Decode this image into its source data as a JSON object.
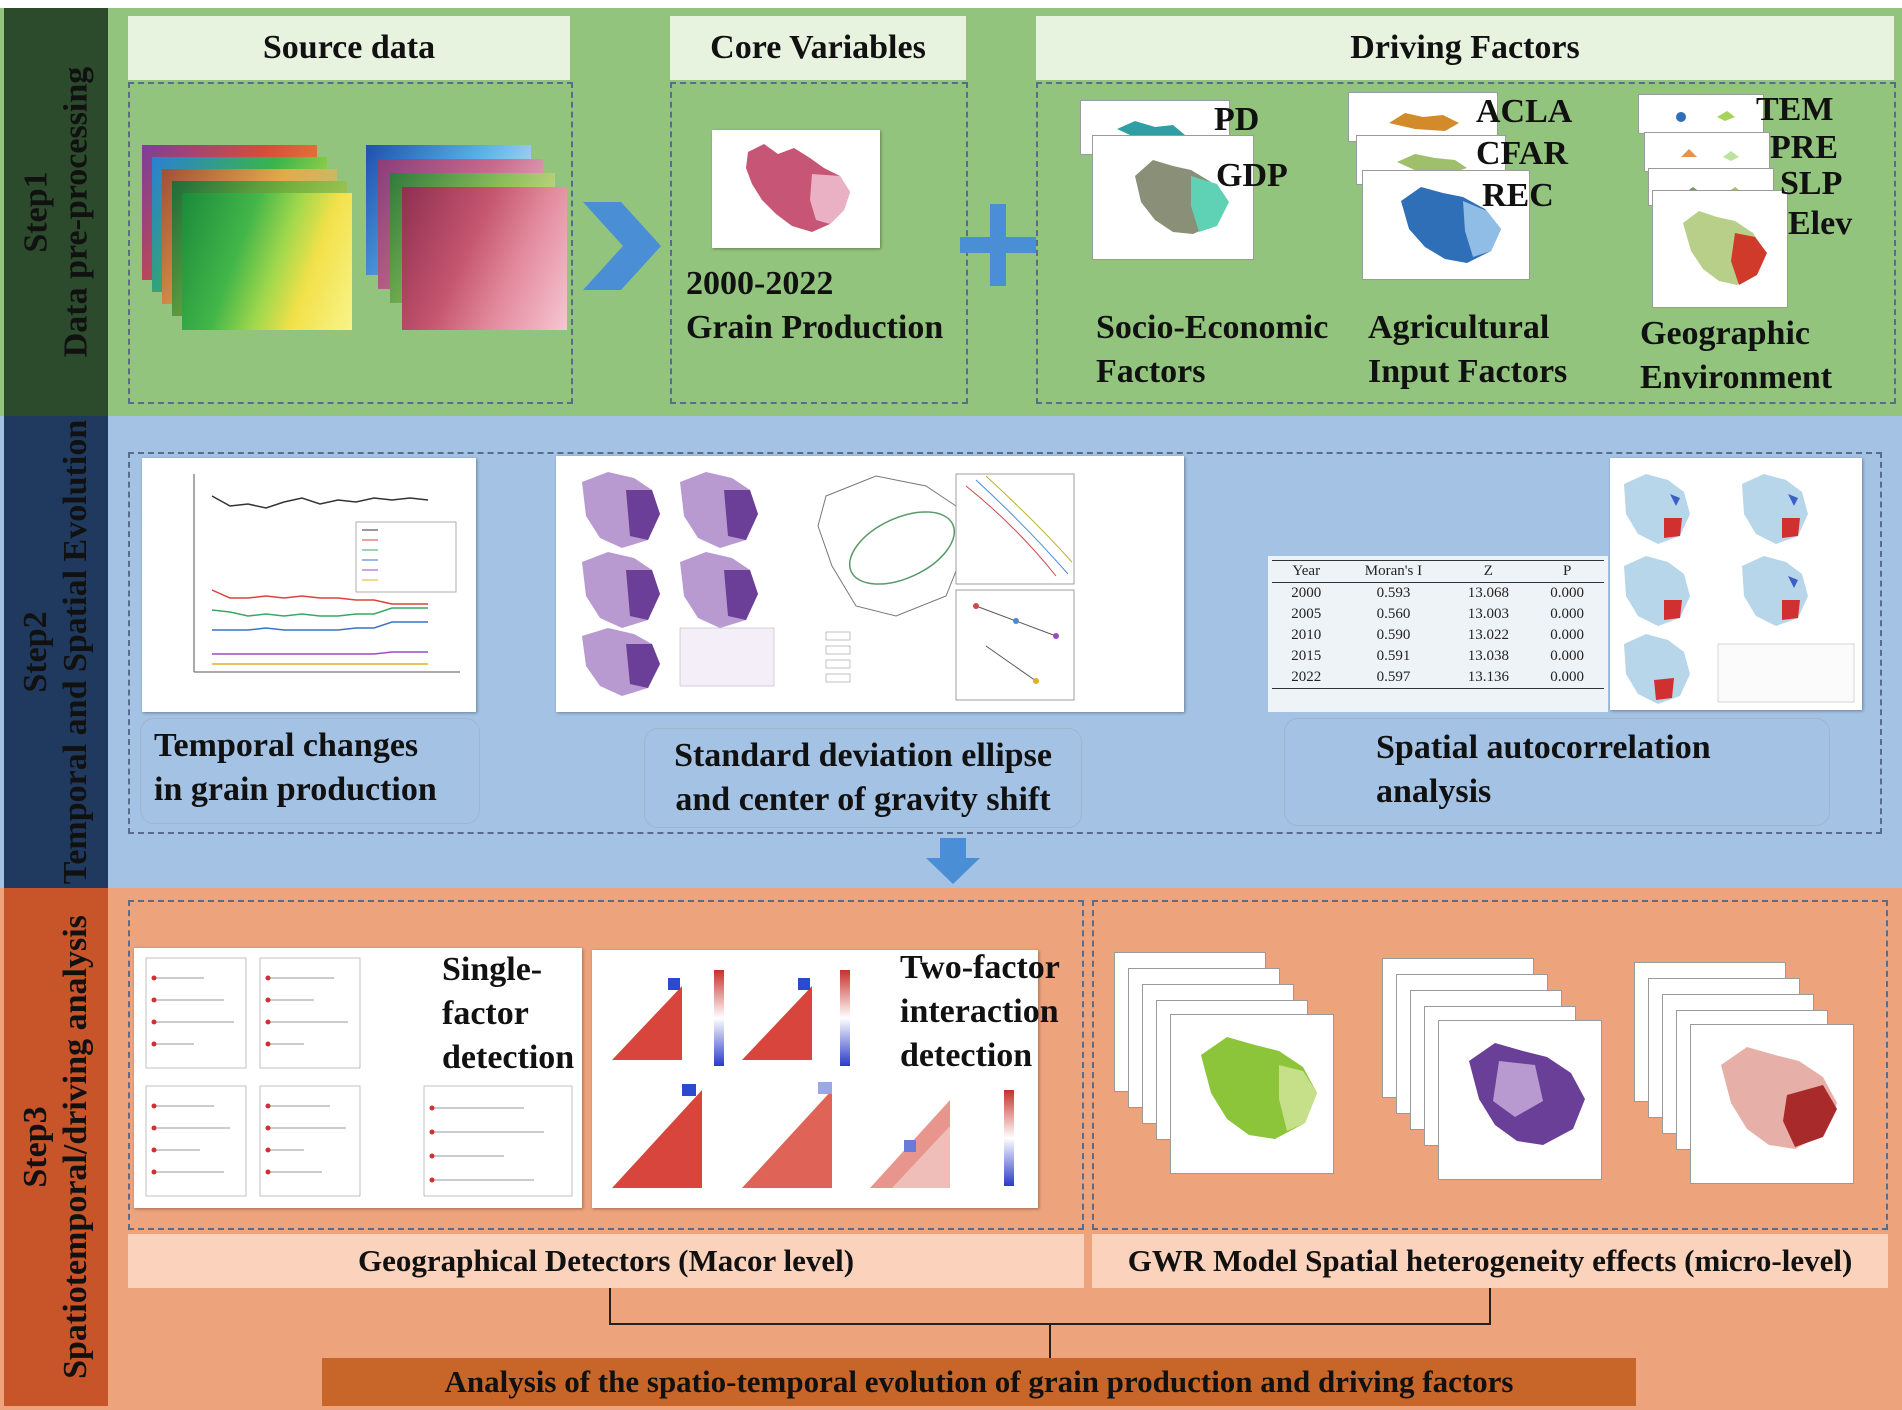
{
  "step1": {
    "title_line1": "Step1",
    "title_line2": "Data pre-processing",
    "source_header": "Source data",
    "core_header": "Core Variables",
    "core_label_line1": "2000-2022",
    "core_label_line2": "Grain Production",
    "driving_header": "Driving Factors",
    "socio": {
      "factors": [
        "PD",
        "GDP"
      ],
      "label_line1": "Socio-Economic",
      "label_line2": "Factors"
    },
    "agri": {
      "factors": [
        "ACLA",
        "CFAR",
        "REC"
      ],
      "label_line1": "Agricultural",
      "label_line2": "Input Factors"
    },
    "geo": {
      "factors": [
        "TEM",
        "PRE",
        "SLP",
        "Elev"
      ],
      "label_line1": "Geographic",
      "label_line2": "Environment"
    }
  },
  "step2": {
    "title_line1": "Step2",
    "title_line2": "Temporal and Spatial Evolution",
    "temporal_label_line1": "Temporal changes",
    "temporal_label_line2": "in grain production",
    "ellipse_label_line1": "Standard deviation ellipse",
    "ellipse_label_line2": "and center of gravity shift",
    "autocorr_label_line1": "Spatial autocorrelation",
    "autocorr_label_line2": "analysis",
    "moran_table": {
      "headers": [
        "Year",
        "Moran's I",
        "Z",
        "P"
      ],
      "rows": [
        [
          "2000",
          "0.593",
          "13.068",
          "0.000"
        ],
        [
          "2005",
          "0.560",
          "13.003",
          "0.000"
        ],
        [
          "2010",
          "0.590",
          "13.022",
          "0.000"
        ],
        [
          "2015",
          "0.591",
          "13.038",
          "0.000"
        ],
        [
          "2022",
          "0.597",
          "13.136",
          "0.000"
        ]
      ]
    }
  },
  "step3": {
    "title_line1": "Step3",
    "title_line2": "Spatiotemporal/driving analysis",
    "single_label": [
      "Single-",
      "factor",
      "detection"
    ],
    "two_factor_label": [
      "Two-factor",
      "interaction",
      "detection"
    ],
    "geodetector_label": "Geographical Detectors (Macor level)",
    "gwr_label": "GWR Model Spatial heterogeneity effects (micro-level)",
    "final_label": "Analysis of the spatio-temporal evolution of grain production and driving factors"
  },
  "colors": {
    "sidebar": "#2c4a2c",
    "step1_bg": "#93c47d",
    "step2_bg": "#a4c2e4",
    "step3_bg": "#eda37c",
    "arrow_blue": "#4a8ed6",
    "final_bar": "#c8662a"
  }
}
